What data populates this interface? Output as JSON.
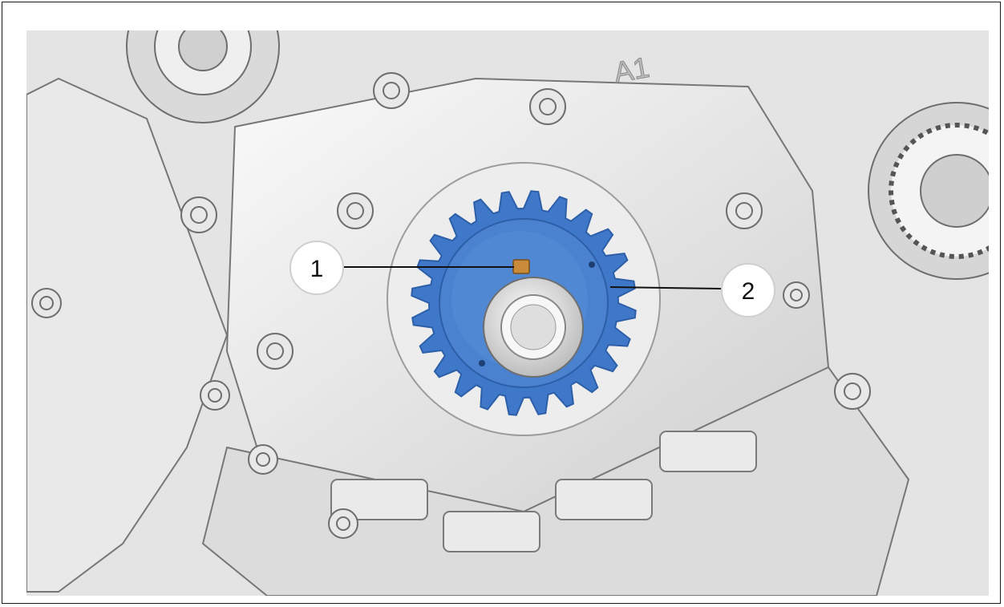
{
  "illustration": {
    "engraved_text": "A1",
    "callouts": [
      {
        "id": "1",
        "label": "1"
      },
      {
        "id": "2",
        "label": "2"
      }
    ],
    "colors": {
      "sprocket": "#3f78c8",
      "sprocket_dark": "#2d5fa8",
      "key": "#c98a3a",
      "metal_light": "#f1f1f1",
      "metal_mid": "#d6d6d6",
      "metal_dark": "#9a9a9a",
      "outline": "#6e6e6e"
    }
  }
}
